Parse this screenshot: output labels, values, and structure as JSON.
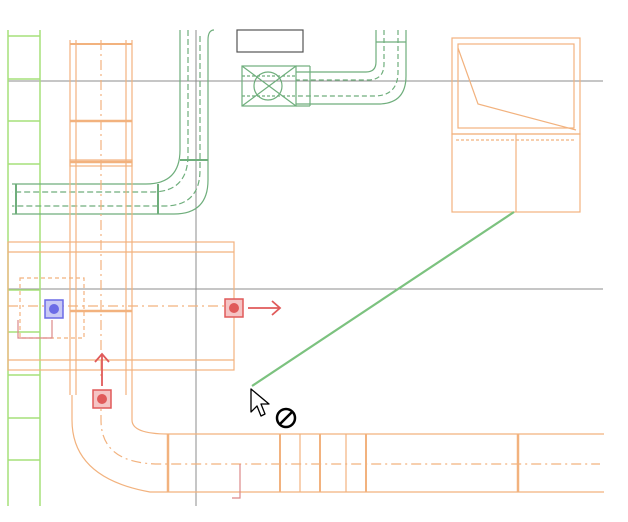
{
  "colors": {
    "background": "#ffffff",
    "grid_line": "#8c8c8c",
    "duct_orange": "#f2b27e",
    "duct_green": "#6fae7c",
    "duct_light_green": "#a6e07a",
    "route_line": "#7cc27f",
    "grip_red": "#e05a5a",
    "grip_blue": "#6b6be6",
    "cursor": "#000000"
  },
  "icons": {
    "grip_blue": "connector-grip-blue",
    "grip_red_right": "connector-grip-red-with-right-arrow",
    "grip_red_up": "connector-grip-red-with-up-arrow",
    "cursor": "arrow-cursor",
    "no_drop": "not-allowed-icon"
  },
  "state": {
    "cursor_mode": "not-allowed",
    "drawing_route": true
  }
}
